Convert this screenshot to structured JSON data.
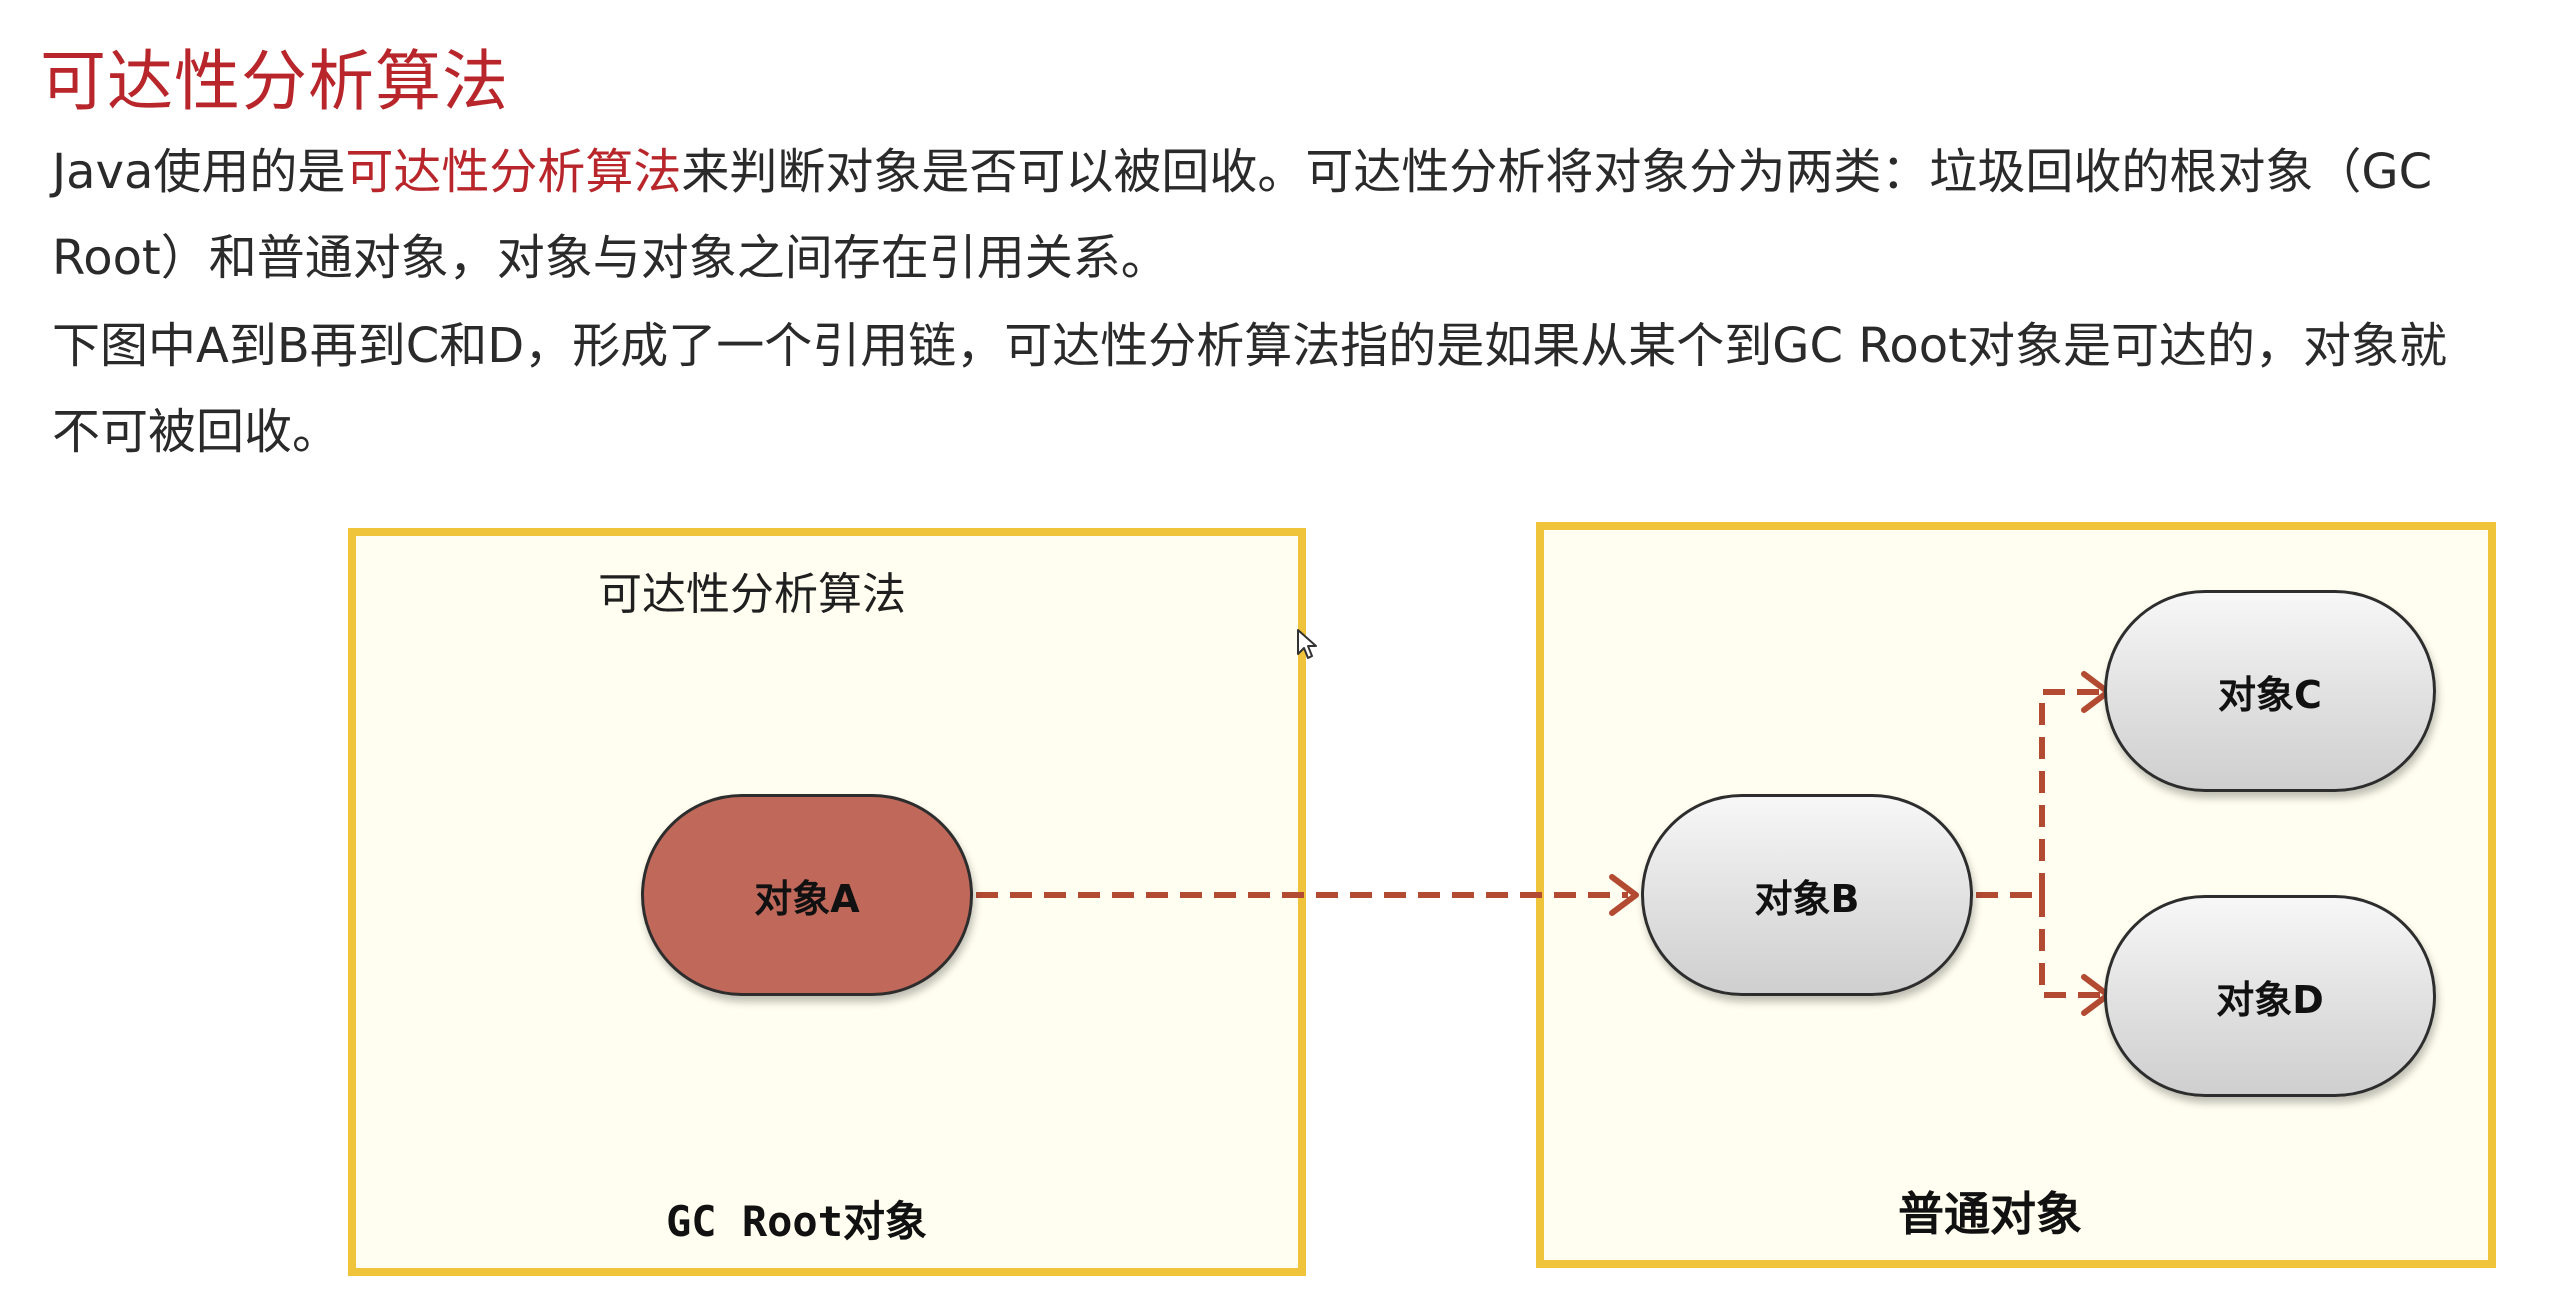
{
  "title": "可达性分析算法",
  "paragraph1": {
    "line1_a": "Java使用的是",
    "line1_highlight": "可达性分析算法",
    "line1_b": "来判断对象是否可以被回收。可达性分析将对象分为两类：垃圾回收的根对象（GC",
    "line2": "Root）和普通对象，对象与对象之间存在引用关系。"
  },
  "paragraph2": {
    "line1": "下图中A到B再到C和D，形成了一个引用链，可达性分析算法指的是如果从某个到GC Root对象是可达的，对象就",
    "line2": "不可被回收。"
  },
  "diagram": {
    "left_panel": {
      "label": "可达性分析算法",
      "caption": "GC Root对象"
    },
    "right_panel": {
      "caption": "普通对象"
    },
    "nodes": {
      "a": "对象A",
      "b": "对象B",
      "c": "对象C",
      "d": "对象D"
    },
    "colors": {
      "panel_border": "#f0c43a",
      "panel_fill": "#fffef0",
      "root_node": "#c0695b",
      "arrow": "#b34a32",
      "accent_text": "#b8262b"
    }
  }
}
